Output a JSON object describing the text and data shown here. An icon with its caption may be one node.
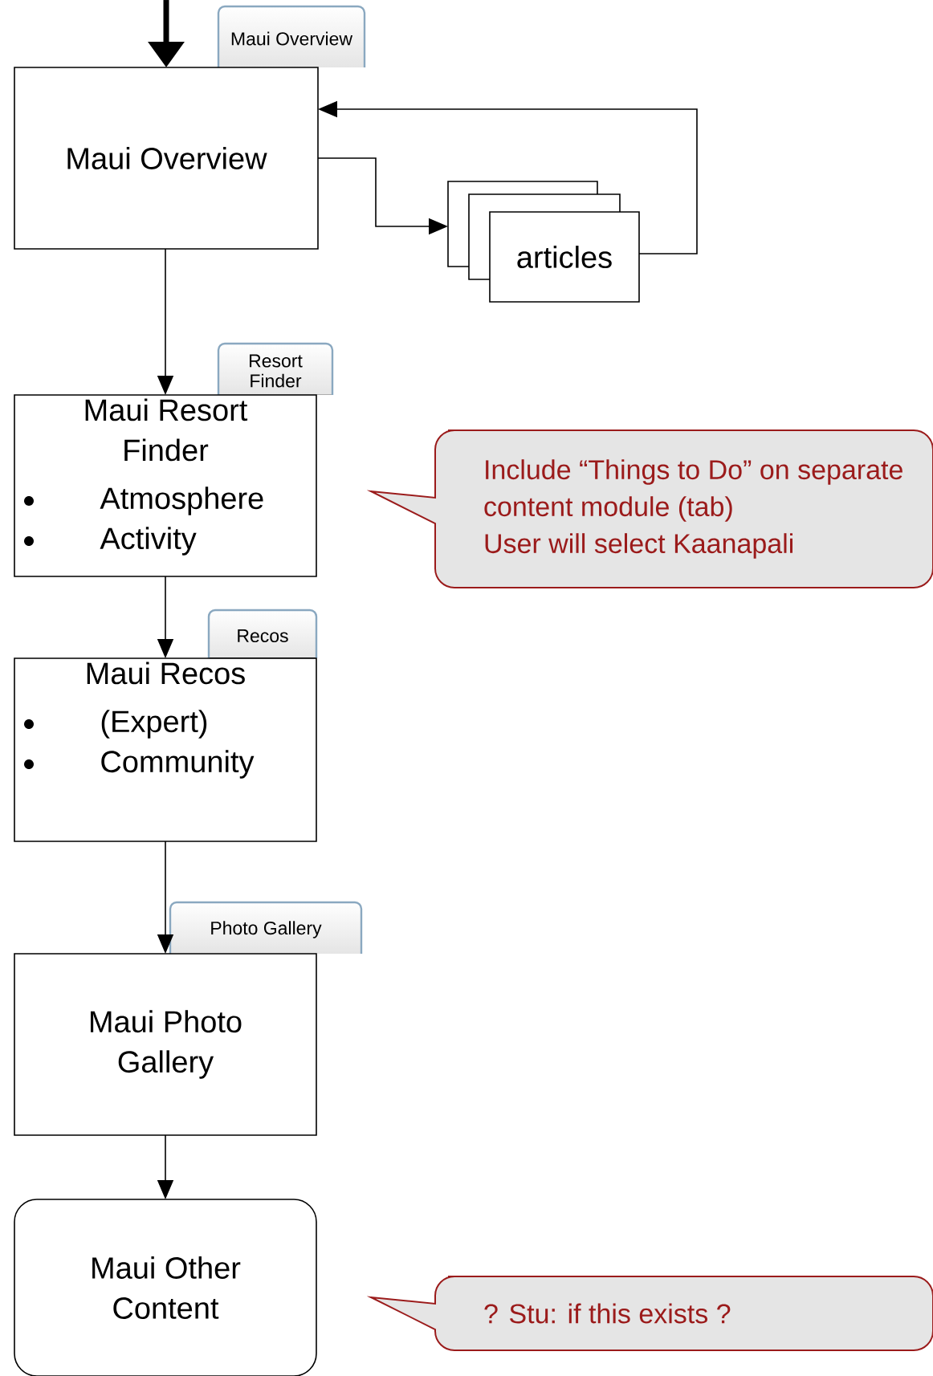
{
  "diagram": {
    "nodes": [
      {
        "text": [
          "Maui Overview"
        ]
      },
      {
        "text": [
          "Maui Overview"
        ]
      },
      {
        "text": [
          "articles"
        ]
      },
      {
        "text": [
          "Resort Finder"
        ]
      },
      {
        "text": [
          "Maui Resort Finder",
          "Atmosphere",
          "Activity"
        ]
      },
      {
        "text": [
          "Include “Things to Do” on separate content module (tab)",
          "User will select Kaanapali"
        ]
      },
      {
        "text": [
          "Recos"
        ]
      },
      {
        "text": [
          "Maui Recos",
          "(Expert)",
          "Community"
        ]
      },
      {
        "text": [
          "Photo Gallery"
        ]
      },
      {
        "text": [
          "Maui Photo Gallery"
        ]
      },
      {
        "text": [
          "Maui Other Content"
        ]
      },
      {
        "text": [
          "? Stu: if this exists ?"
        ]
      }
    ],
    "edges": [
      {
        "from": null,
        "to": 1,
        "arrow": "to",
        "style": "thick"
      },
      {
        "from": 1,
        "to": 2,
        "arrow": "to"
      },
      {
        "from": 2,
        "to": 1,
        "arrow": "to"
      },
      {
        "from": 1,
        "to": 4,
        "arrow": "to"
      },
      {
        "from": 4,
        "to": 7,
        "arrow": "to"
      },
      {
        "from": 7,
        "to": 9,
        "arrow": "to"
      },
      {
        "from": 9,
        "to": 10,
        "arrow": "to"
      }
    ]
  }
}
